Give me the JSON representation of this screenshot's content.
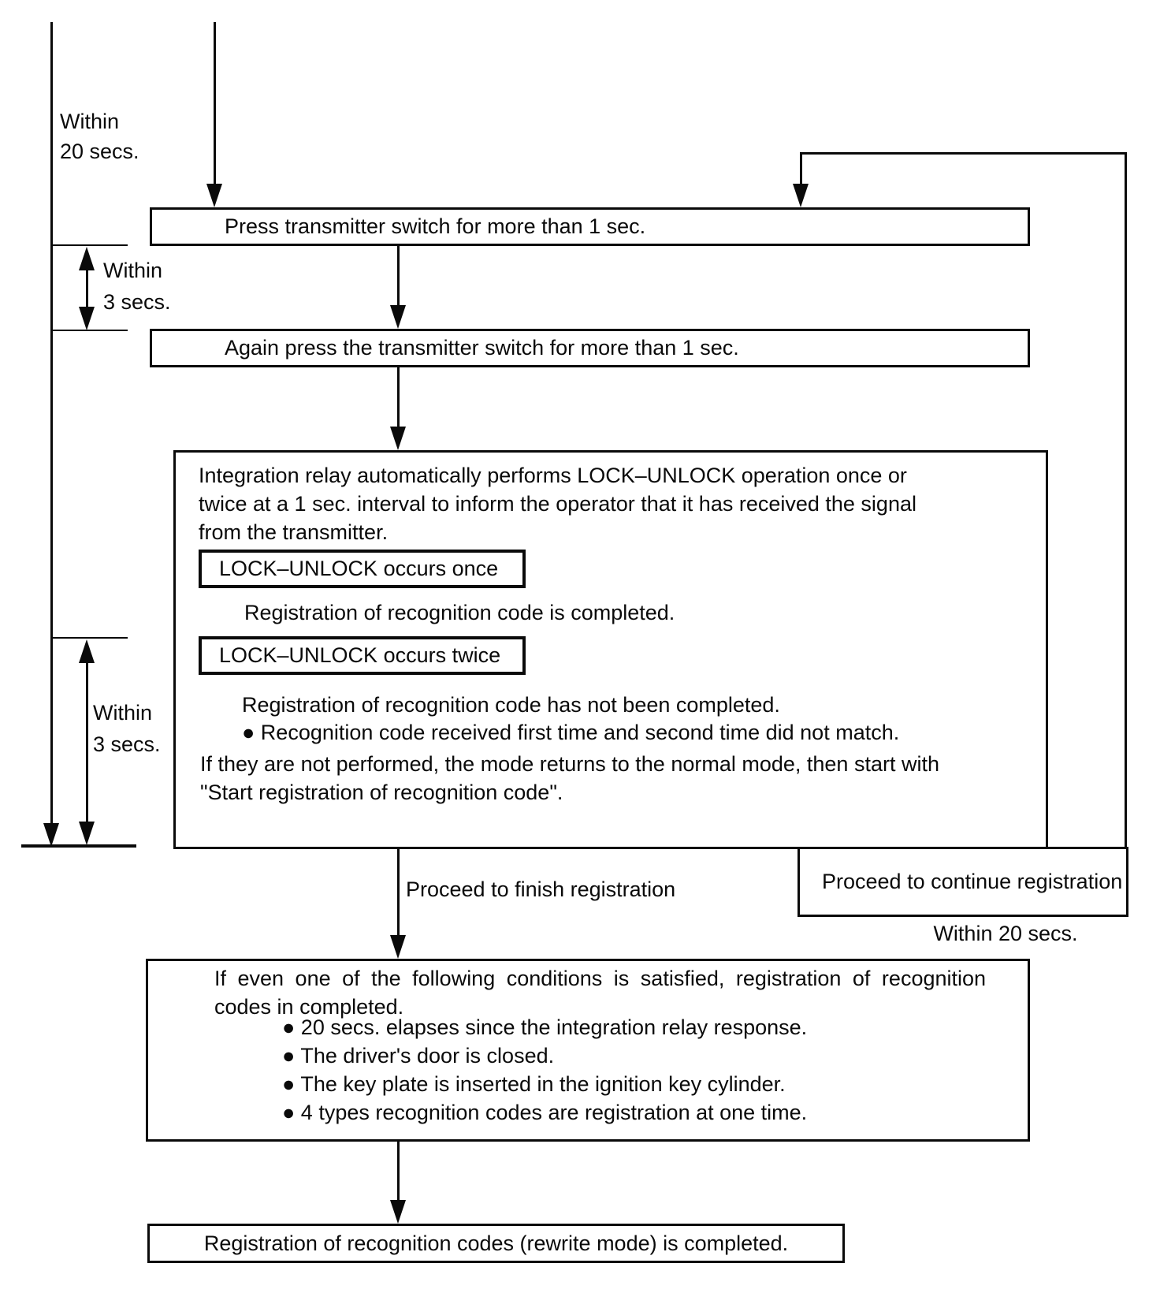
{
  "diagram": {
    "labels": {
      "within_20_top": {
        "line1": "Within",
        "line2": "20 secs."
      },
      "within_3_top": {
        "line1": "Within",
        "line2": "3 secs."
      },
      "within_3_left": {
        "line1": "Within",
        "line2": "3 secs."
      },
      "proceed_finish": "Proceed to finish registration",
      "within_20_right": "Within 20 secs."
    },
    "boxes": {
      "press": "Press transmitter switch for more than 1 sec.",
      "again": "Again press the transmitter switch for more than 1 sec.",
      "relay": {
        "intro1": "Integration relay automatically performs LOCK–UNLOCK operation once or",
        "intro2": "twice at a 1 sec. interval to inform the operator that it has received the signal",
        "intro3": "from the transmitter.",
        "once_label": "LOCK–UNLOCK occurs once",
        "once_result": "Registration of recognition code is completed.",
        "twice_label": "LOCK–UNLOCK occurs twice",
        "twice_result": "Registration of recognition code has not been completed.",
        "twice_bullet": "● Recognition code received first time and second time did not match.",
        "not_performed1": "If they are not performed, the mode returns to the normal mode, then start with",
        "not_performed2": "\"Start registration of recognition code\"."
      },
      "proceed_continue": "Proceed to continue registration",
      "conditions": {
        "line1": "If even one of the following conditions is satisfied, registration of recognition",
        "line2": "codes in completed.",
        "bullets": [
          "● 20 secs. elapses since the integration relay response.",
          "● The driver's door is closed.",
          "● The key plate is inserted in the ignition key cylinder.",
          "● 4 types recognition codes are registration at one time."
        ]
      },
      "completed": "Registration of recognition codes (rewrite mode) is completed."
    }
  }
}
